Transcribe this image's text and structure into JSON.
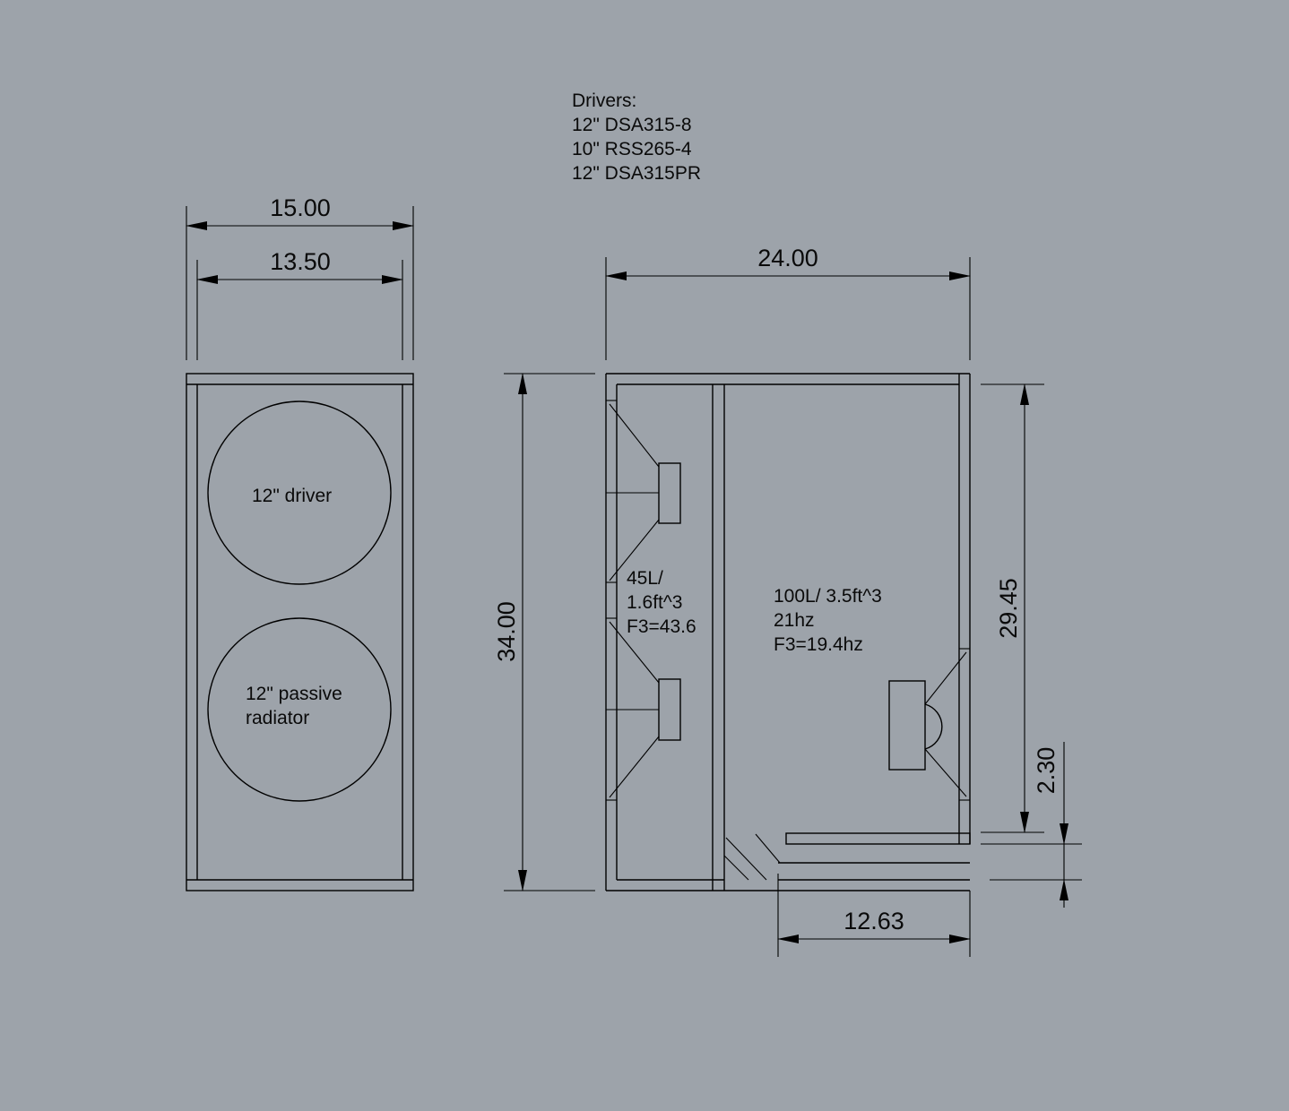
{
  "drivers_note": {
    "heading": "Drivers:",
    "lines": [
      "12\" DSA315-8",
      "10\" RSS265-4",
      "12\" DSA315PR"
    ]
  },
  "front_view": {
    "outer_width": "15.00",
    "inner_width": "13.50",
    "top_driver_label": "12\" driver",
    "bottom_driver_label_line1": "12\" passive",
    "bottom_driver_label_line2": "radiator"
  },
  "side_view": {
    "depth": "24.00",
    "height": "34.00",
    "inner_height": "29.45",
    "port_height": "2.30",
    "port_length": "12.63",
    "front_chamber": {
      "line1": "45L/",
      "line2": "1.6ft^3",
      "line3": "F3=43.6"
    },
    "rear_chamber": {
      "line1": "100L/ 3.5ft^3",
      "line2": "21hz",
      "line3": "F3=19.4hz"
    }
  }
}
